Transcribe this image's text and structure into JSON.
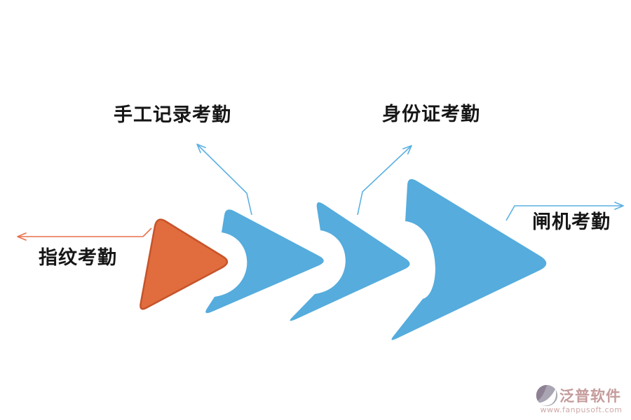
{
  "diagram": {
    "title": "",
    "direction": "left-to-right",
    "steps": [
      {
        "label": "指纹考勤",
        "shape": "rounded-triangle",
        "shape_color": "#E16C3D",
        "shape_border": "#C6542B",
        "connector_color": "#E8714A",
        "connector_direction": "left"
      },
      {
        "label": "手工记录考勤",
        "shape": "chevron",
        "shape_color": "#55ACDD",
        "connector_color": "#5BB0E2",
        "connector_direction": "up-left"
      },
      {
        "label": "身份证考勤",
        "shape": "chevron",
        "shape_color": "#55ACDD",
        "connector_color": "#5BB0E2",
        "connector_direction": "up-right"
      },
      {
        "label": "闸机考勤",
        "shape": "chevron",
        "shape_color": "#55ACDD",
        "connector_color": "#5BB0E2",
        "connector_direction": "right"
      }
    ],
    "label_color": "#161616",
    "background": "#FFFFFF"
  },
  "watermark": {
    "brand": "泛普软件",
    "url": "www.fanpusoft.com",
    "brand_color": "#C49B9B",
    "url_color": "#CFA9A9",
    "logo_base_color": "#A9A5B2",
    "logo_wedge_color": "#8E8194"
  }
}
